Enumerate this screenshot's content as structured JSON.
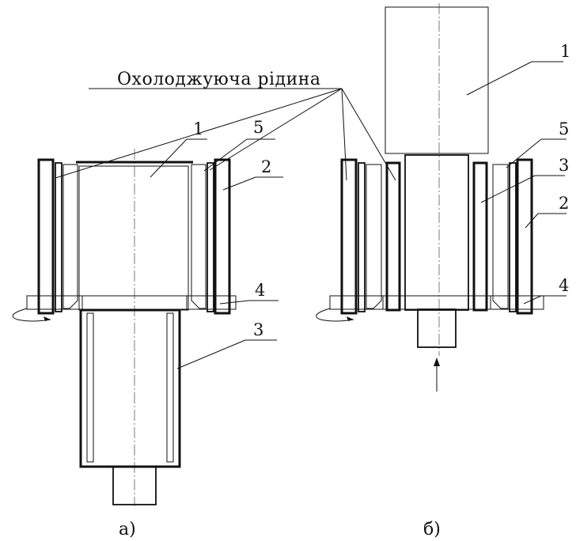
{
  "title": "Охолоджуюча рідина",
  "views": [
    {
      "caption": "а)",
      "callouts": [
        "1",
        "5",
        "2",
        "4",
        "3"
      ]
    },
    {
      "caption": "б)",
      "callouts": [
        "1",
        "5",
        "3",
        "2",
        "4"
      ]
    }
  ],
  "colors": {
    "line": "#111111",
    "background": "#ffffff"
  }
}
